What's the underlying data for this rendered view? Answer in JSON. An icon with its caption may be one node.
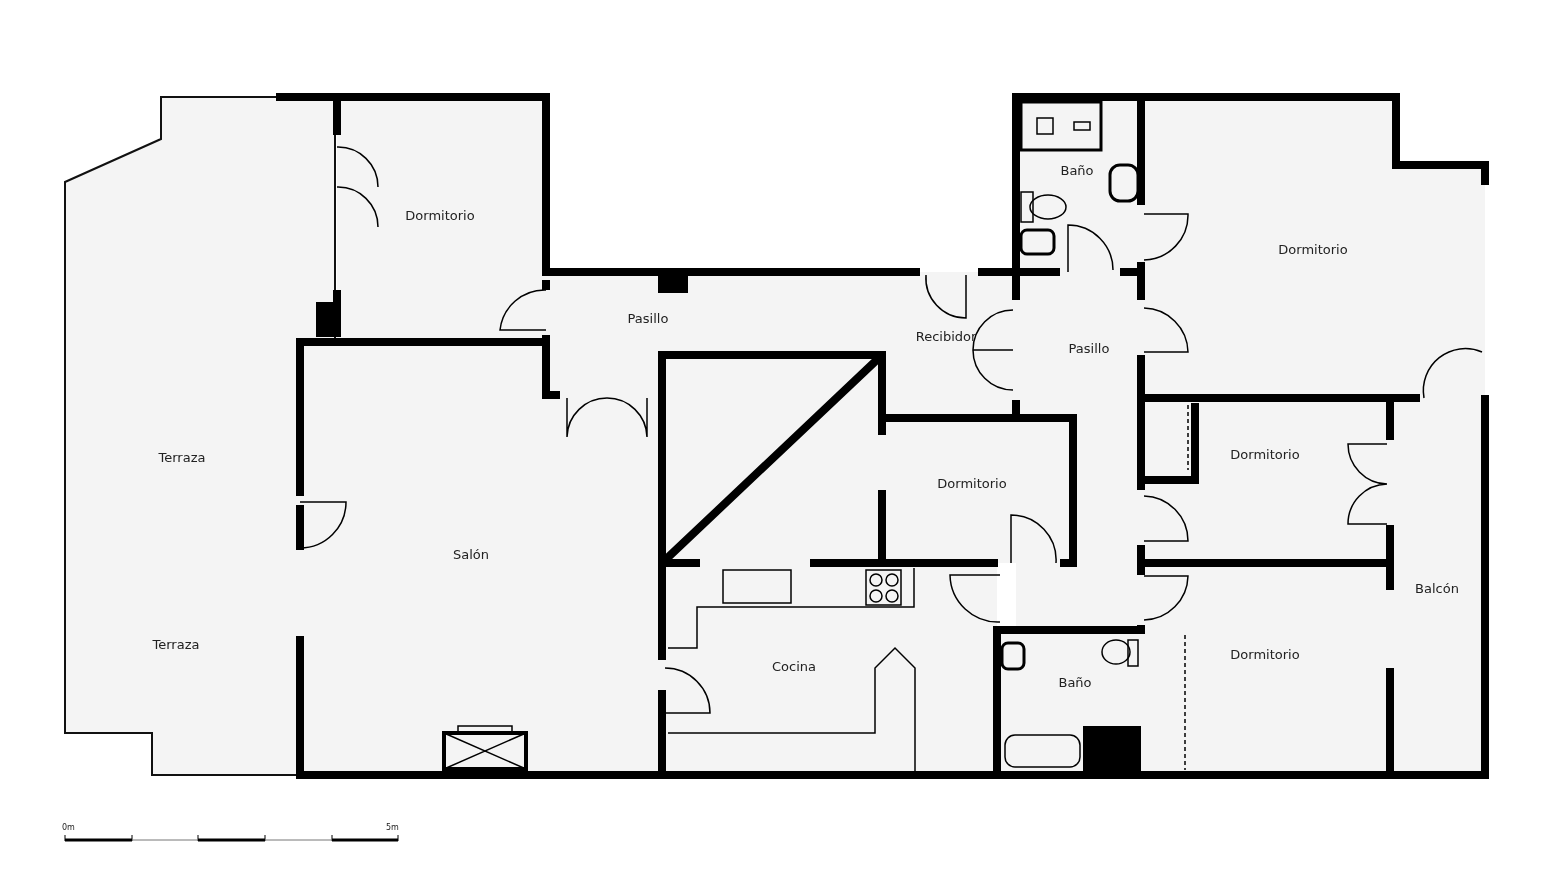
{
  "diagram": {
    "nodes": [
      {
        "text": [
          "Terraza",
          "Terraza"
        ]
      },
      {
        "text": [
          "Dormitorio"
        ]
      },
      {
        "text": [
          "Pasillo"
        ]
      },
      {
        "text": [
          "Salón"
        ]
      },
      {
        "text": [
          "Recibidor"
        ]
      },
      {
        "text": [
          "Dormitorio"
        ]
      },
      {
        "text": [
          "Cocina"
        ]
      },
      {
        "text": [
          "Baño"
        ]
      },
      {
        "text": [
          "Pasillo"
        ]
      },
      {
        "text": [
          "Dormitorio"
        ]
      },
      {
        "text": [
          "Dormitorio"
        ]
      },
      {
        "text": [
          "Baño"
        ]
      },
      {
        "text": [
          "Dormitorio"
        ]
      },
      {
        "text": [
          "Balcón"
        ]
      }
    ],
    "edges": [],
    "labels": [
      "0m",
      "5m"
    ]
  }
}
